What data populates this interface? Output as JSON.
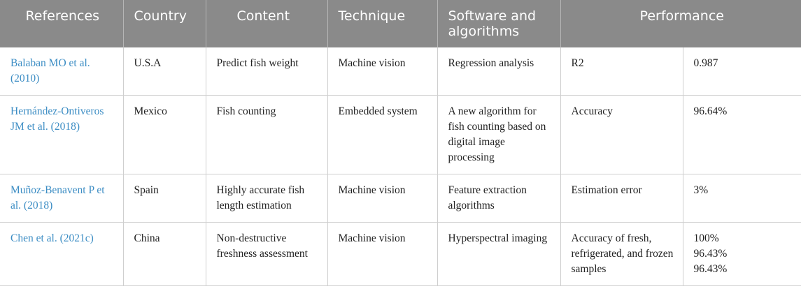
{
  "headers": {
    "references": "References",
    "country": "Country",
    "content": "Content",
    "technique": "Technique",
    "software": "Software and algorithms",
    "performance": "Performance"
  },
  "rows": [
    {
      "reference": "Balaban MO et al. (2010)",
      "country": "U.S.A",
      "content": "Predict fish weight",
      "technique": "Machine vision",
      "software": "Regression analysis",
      "metric": "R2",
      "value": [
        "0.987"
      ]
    },
    {
      "reference": "Hernández-Ontiveros JM et al. (2018)",
      "country": "Mexico",
      "content": "Fish counting",
      "technique": "Embedded system",
      "software": "A new algorithm for fish counting based on digital image processing",
      "metric": "Accuracy",
      "value": [
        "96.64%"
      ]
    },
    {
      "reference": "Muñoz-Benavent P et al. (2018)",
      "country": "Spain",
      "content": "Highly accurate fish length estimation",
      "technique": "Machine vision",
      "software": "Feature extraction algorithms",
      "metric": "Estimation error",
      "value": [
        "3%"
      ]
    },
    {
      "reference": "Chen et al. (2021c)",
      "country": "China",
      "content": "Non-destructive freshness assessment",
      "technique": "Machine vision",
      "software": "Hyperspectral imaging",
      "metric": "Accuracy of fresh, refrigerated, and frozen samples",
      "value": [
        "100%",
        "96.43%",
        "96.43%"
      ]
    }
  ]
}
